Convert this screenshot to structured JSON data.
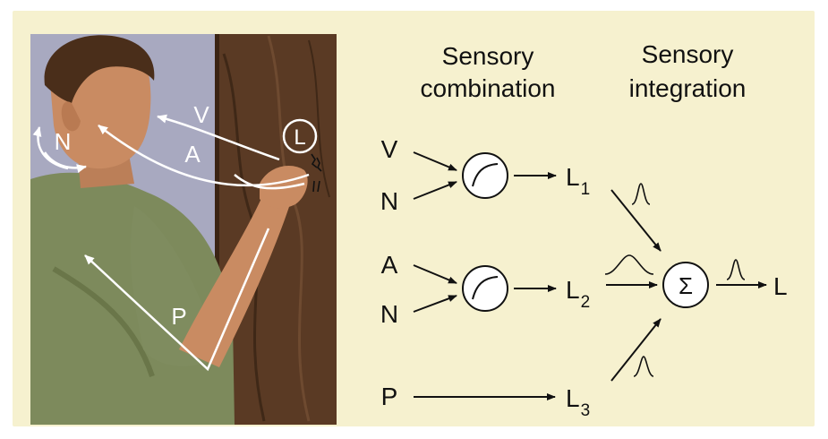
{
  "headings": {
    "combination": [
      "Sensory",
      "combination"
    ],
    "integration": [
      "Sensory",
      "integration"
    ]
  },
  "inputs": {
    "v": "V",
    "n1": "N",
    "a": "A",
    "n2": "N",
    "p": "P"
  },
  "outputs": {
    "l1_main": "L",
    "l1_sub": "1",
    "l2_main": "L",
    "l2_sub": "2",
    "l3_main": "L",
    "l3_sub": "3",
    "final": "L"
  },
  "sum_symbol": "Σ",
  "illustration": {
    "cue_v": "V",
    "cue_a": "A",
    "cue_n": "N",
    "cue_p": "P",
    "source_l": "L"
  },
  "colors": {
    "panel_background": "#f6f1cf",
    "wall": "#a8a9c0",
    "wood": "#5a3a24",
    "shirt": "#7d8a5c",
    "skin": "#c98b62",
    "hair": "#4a2e1a"
  }
}
